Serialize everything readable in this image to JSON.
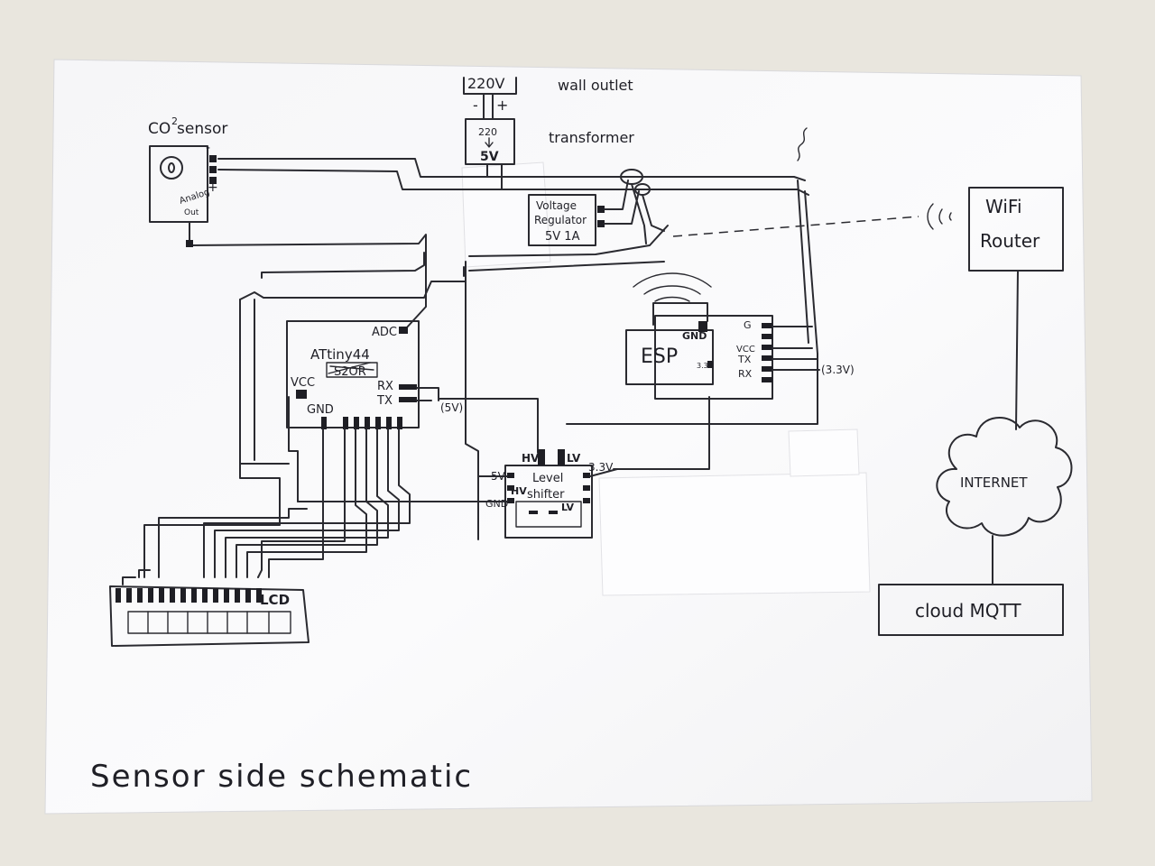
{
  "title": "Sensor side schematic",
  "power": {
    "outlet_voltage": "220V",
    "outlet_label": "wall outlet",
    "minus": "-",
    "plus": "+",
    "transformer_in": "220",
    "transformer_out": "5V",
    "transformer_label": "transformer",
    "regulator_line1": "Voltage",
    "regulator_line2": "Regulator",
    "regulator_line3": "5V 1A"
  },
  "co2": {
    "label": "CO",
    "superscript": "2",
    "label_suffix": " sensor",
    "pin_minus": "-",
    "pin_plus": "+",
    "analog_line1": "Analog",
    "analog_line2": "Out"
  },
  "attiny": {
    "name": "ATtiny44",
    "struck": "S2OR",
    "adc": "ADC",
    "vcc": "VCC",
    "rx": "RX",
    "tx": "TX",
    "gnd": "GND",
    "voltage_note": "(5V)"
  },
  "esp": {
    "name": "ESP",
    "gnd": "GND",
    "v33_small": "3.3V",
    "pin_g": "G",
    "pin_vcc": "VCC",
    "pin_tx": "TX",
    "pin_rx": "RX",
    "voltage_note": "(3.3V)"
  },
  "level_shifter": {
    "line1": "Level",
    "line2": "shifter",
    "hv_top": "HV",
    "lv_top": "LV",
    "hv_side": "HV",
    "lv_side": "LV",
    "left_5v": "5V",
    "left_gnd": "GND",
    "right_33v": "3.3V"
  },
  "lcd": {
    "label": "LCD"
  },
  "network": {
    "router_line1": "WiFi",
    "router_line2": "Router",
    "internet": "INTERNET",
    "cloud": "cloud MQTT"
  }
}
